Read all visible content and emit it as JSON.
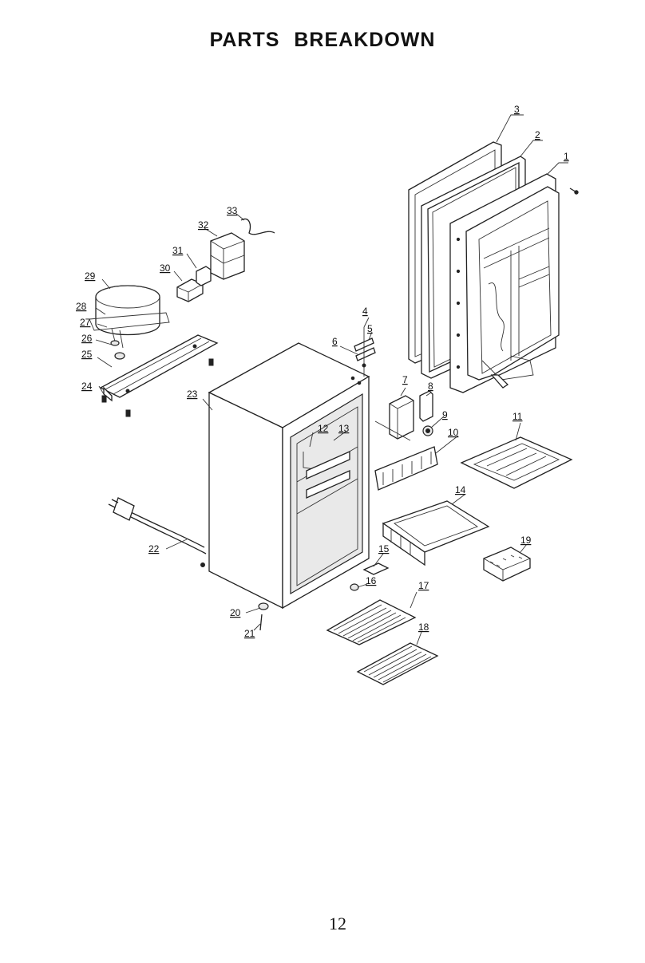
{
  "title": "PARTS BREAKDOWN",
  "page_number": "12",
  "callouts": [
    "1",
    "2",
    "3",
    "4",
    "5",
    "6",
    "7",
    "8",
    "9",
    "10",
    "11",
    "12",
    "13",
    "14",
    "15",
    "16",
    "17",
    "18",
    "19",
    "20",
    "21",
    "22",
    "23",
    "24",
    "25",
    "26",
    "27",
    "28",
    "29",
    "30",
    "31",
    "32",
    "33"
  ]
}
